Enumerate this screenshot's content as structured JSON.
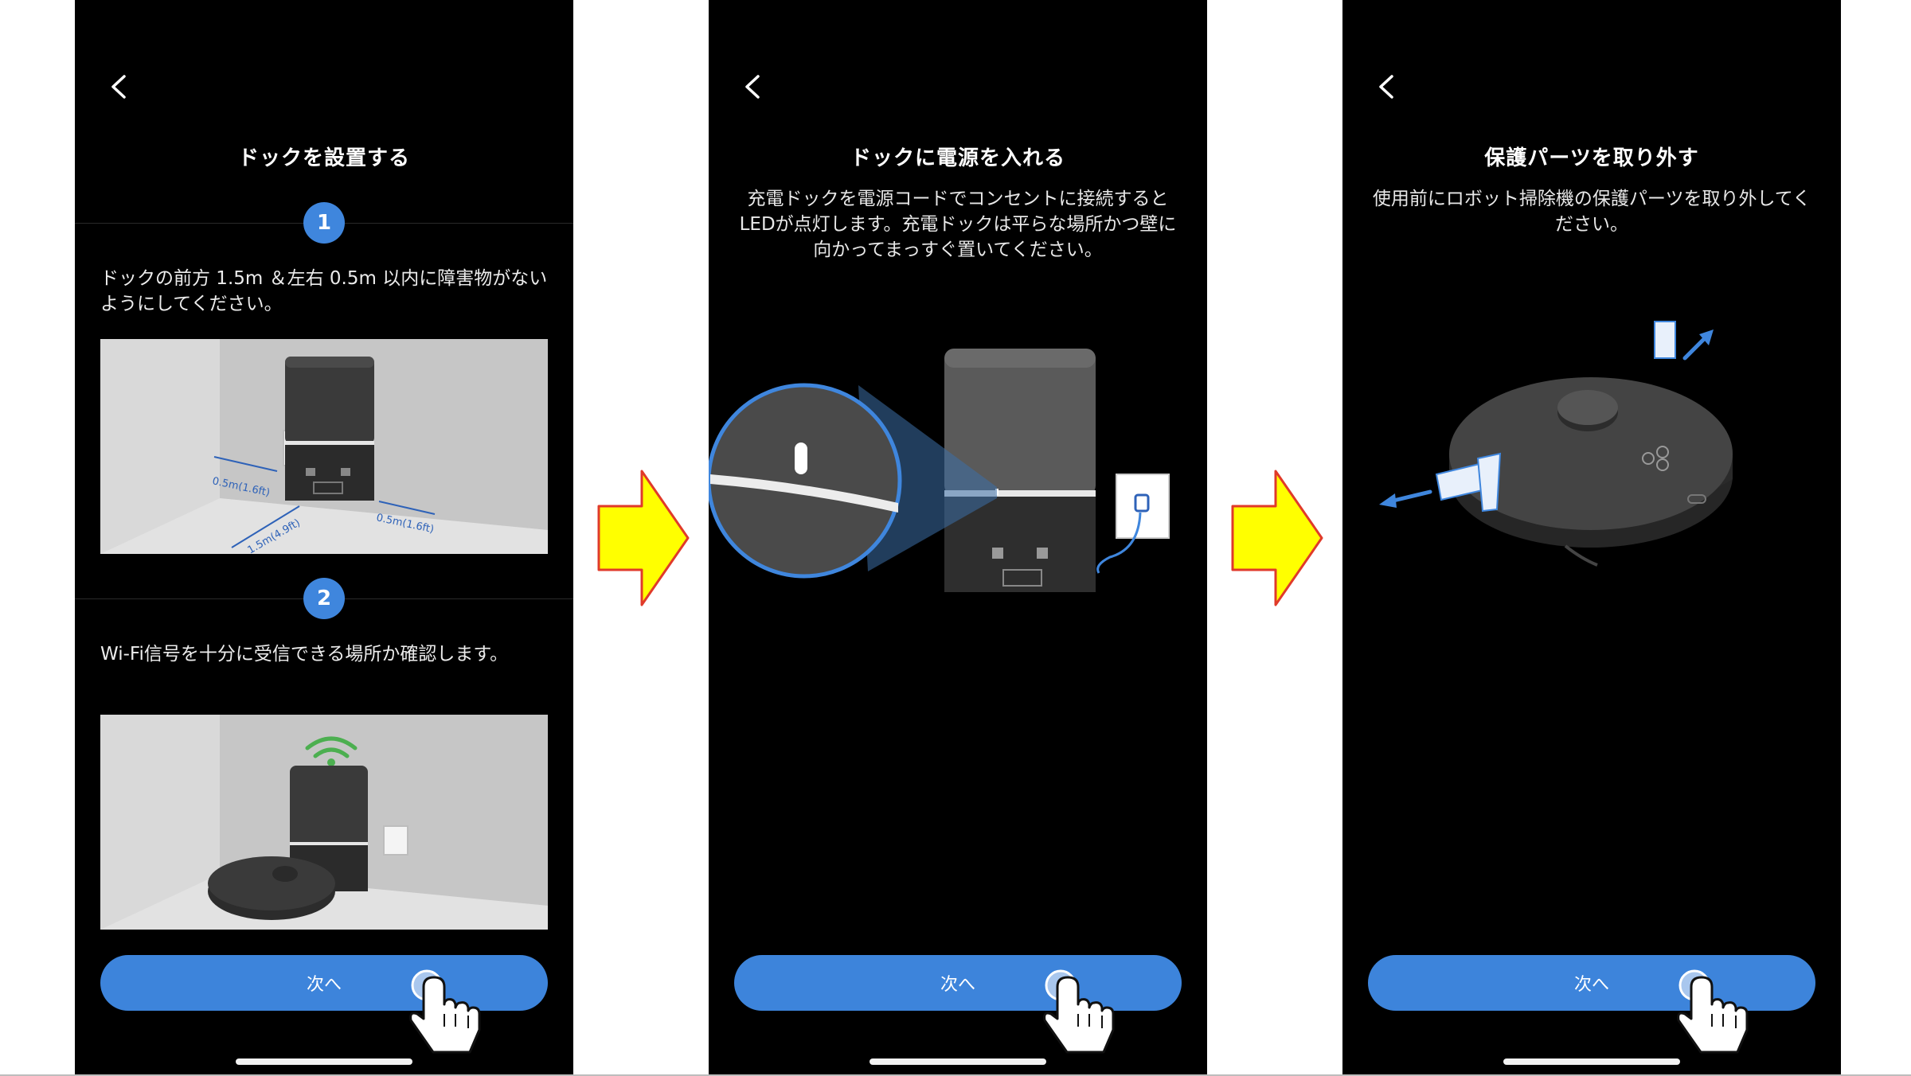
{
  "colors": {
    "accent": "#3d84db",
    "badge": "#3f86dd",
    "background": "#000000",
    "flow_arrow_fill": "#ffff00",
    "flow_arrow_stroke": "#e03a2a",
    "wifi": "#4caf50"
  },
  "icons": {
    "back": "chevron-left-icon",
    "tap": "tap-hand-icon",
    "flow": "right-arrow-icon",
    "wifi": "wifi-icon"
  },
  "screens": [
    {
      "title": "ドックを設置する",
      "steps": [
        {
          "number": "1",
          "text": "ドックの前方 1.5m ＆左右 0.5m 以内に障害物がないようにしてください。",
          "dimensions": {
            "left": "0.5m(1.6ft)",
            "right": "0.5m(1.6ft)",
            "front": "1.5m(4.9ft)"
          }
        },
        {
          "number": "2",
          "text": "Wi-Fi信号を十分に受信できる場所か確認します。"
        }
      ],
      "button_label": "次へ"
    },
    {
      "title": "ドックに電源を入れる",
      "description": "充電ドックを電源コードでコンセントに接続するとLEDが点灯します。充電ドックは平らな場所かつ壁に向かってまっすぐ置いてください。",
      "button_label": "次へ"
    },
    {
      "title": "保護パーツを取り外す",
      "description": "使用前にロボット掃除機の保護パーツを取り外してください。",
      "button_label": "次へ"
    }
  ]
}
